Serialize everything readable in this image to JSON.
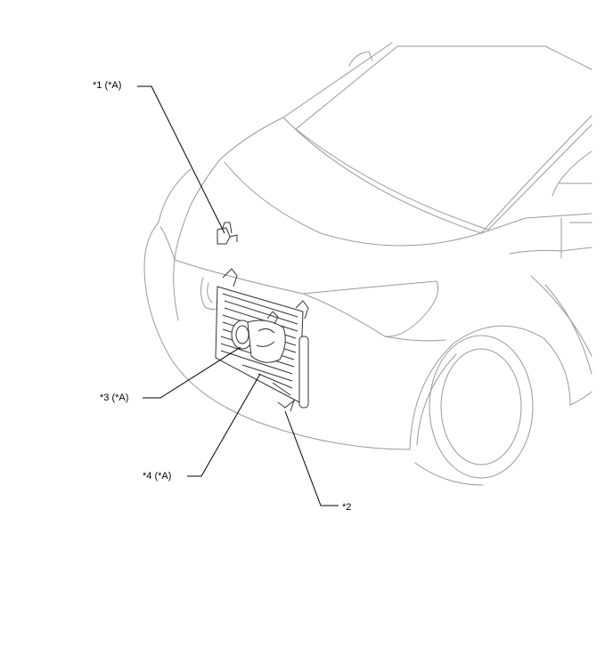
{
  "callouts": {
    "c1": "*1 (*A)",
    "c2": "*2",
    "c3": "*3 (*A)",
    "c4": "*4 (*A)"
  },
  "colors": {
    "car_outline": "#9a9a9a",
    "part_outline": "#333333",
    "leader": "#000000"
  }
}
